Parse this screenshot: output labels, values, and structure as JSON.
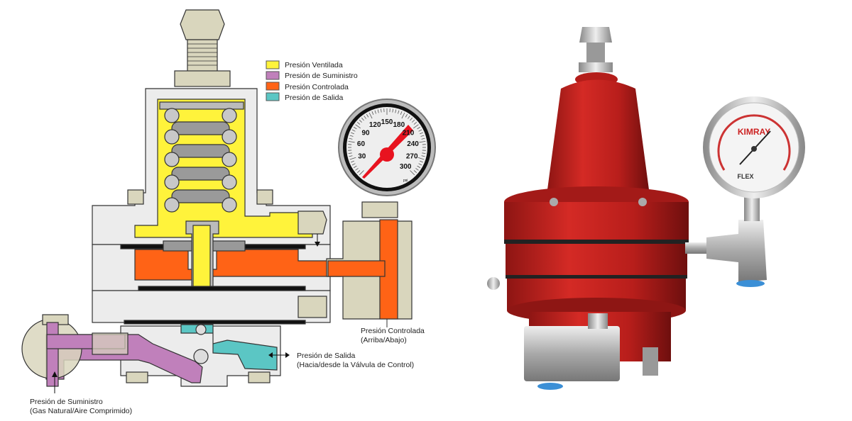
{
  "legend": {
    "items": [
      {
        "label": "Presión Ventilada",
        "color": "#fff33b"
      },
      {
        "label": "Presión de Suministro",
        "color": "#c080bb"
      },
      {
        "label": "Presión Controlada",
        "color": "#ff6316"
      },
      {
        "label": "Presión de Salida",
        "color": "#5bc6c4"
      }
    ]
  },
  "gauge": {
    "ticks": [
      "30",
      "60",
      "90",
      "120",
      "150",
      "180",
      "210",
      "240",
      "270",
      "300"
    ],
    "unit": "psi",
    "needle_color": "#e8131f"
  },
  "callouts": {
    "controlled": {
      "line1": "Presión Controlada",
      "line2": "(Arriba/Abajo)"
    },
    "outlet": {
      "line1": "Presión de Salida",
      "line2": "(Hacia/desde la Válvula de Control)"
    },
    "supply": {
      "line1": "Presión de Suministro",
      "line2": "(Gas Natural/Aire Comprimido)"
    }
  },
  "photo": {
    "body_color": "#c0201e",
    "gauge_brand": "KIMRAY",
    "gauge_brand2": "FLEX"
  }
}
